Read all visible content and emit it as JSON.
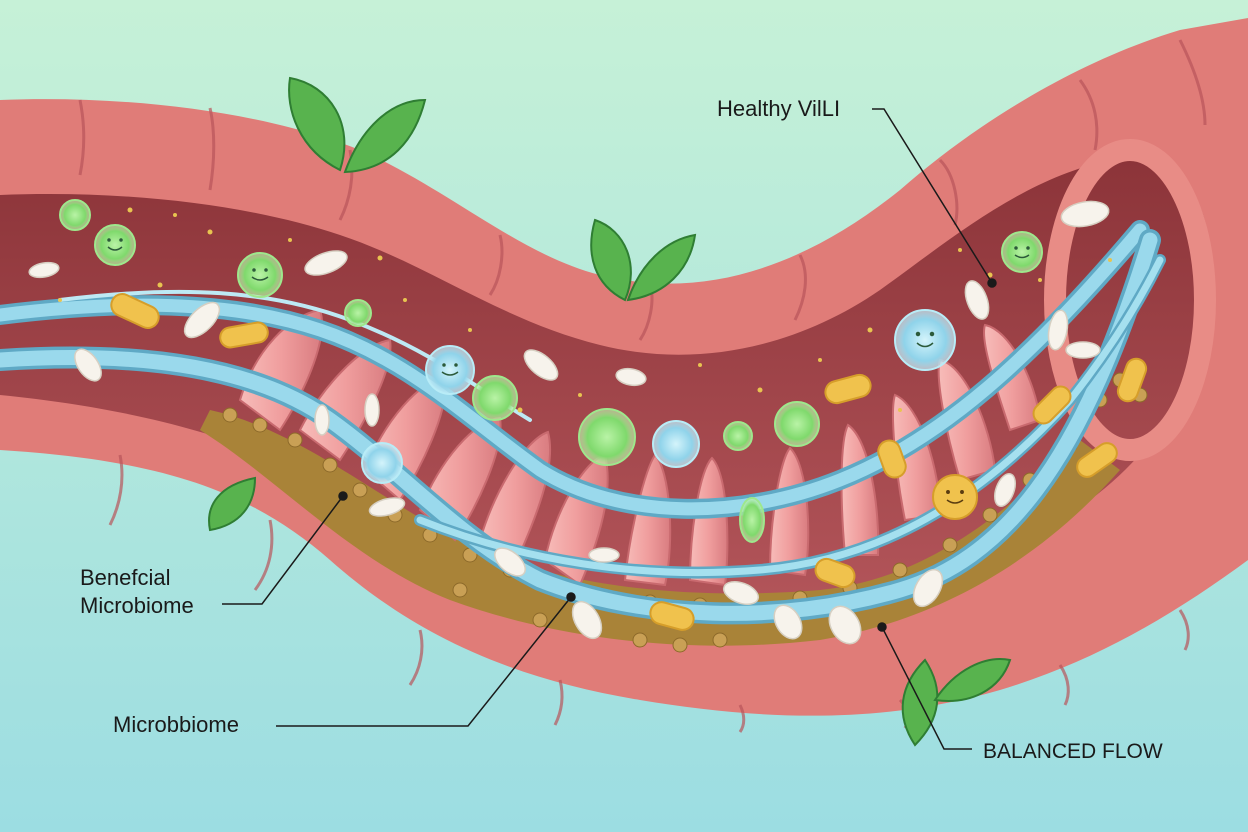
{
  "labels": {
    "healthy_villi": "Healthy VilLI",
    "beneficial_line1": "Benefcial",
    "beneficial_line2": "Microbiome",
    "microbbiome": "Microbbiome",
    "balanced_flow": "BALANCED FLOW"
  },
  "colors": {
    "background_top": "#c4f0d6",
    "background_bottom": "#9fdfe2",
    "intestine_wall": "#e07c78",
    "intestine_wall_dark": "#b8545a",
    "lumen": "#9a3f44",
    "villi": "#f3a7a6",
    "vessel": "#8fd3e6",
    "leaf": "#4fae4a",
    "microbe_green": "#8fe07a",
    "microbe_blue": "#9fdcee",
    "microbe_yellow": "#f0c24d",
    "granule": "#b08a3e",
    "callout_line": "#1a1a1a"
  },
  "icons": [
    "leaf-icon",
    "microbe-icon",
    "pill-icon"
  ]
}
